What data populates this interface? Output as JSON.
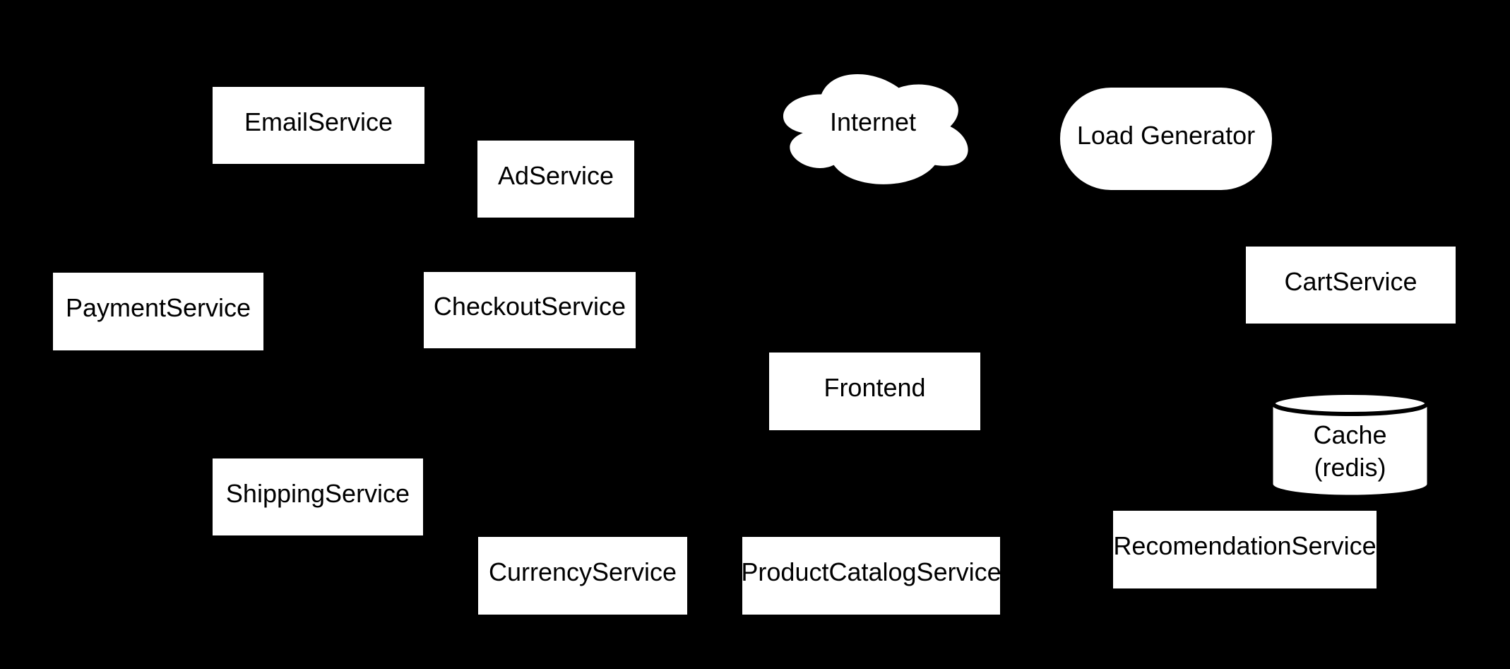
{
  "diagram": {
    "background_color": "#000000",
    "node_fill_color": "#ffffff",
    "node_text_color": "#000000",
    "nodes": {
      "email": {
        "label": "EmailService"
      },
      "ad": {
        "label": "AdService"
      },
      "internet": {
        "label": "Internet"
      },
      "load_generator": {
        "label": "Load Generator"
      },
      "payment": {
        "label": "PaymentService"
      },
      "checkout": {
        "label": "CheckoutService"
      },
      "cart": {
        "label": "CartService"
      },
      "frontend": {
        "label": "Frontend"
      },
      "cache": {
        "label_line1": "Cache",
        "label_line2": "(redis)"
      },
      "shipping": {
        "label": "ShippingService"
      },
      "currency": {
        "label": "CurrencyService"
      },
      "product_catalog": {
        "label": "ProductCatalogService"
      },
      "recomendation": {
        "label": "RecomendationService"
      }
    }
  }
}
